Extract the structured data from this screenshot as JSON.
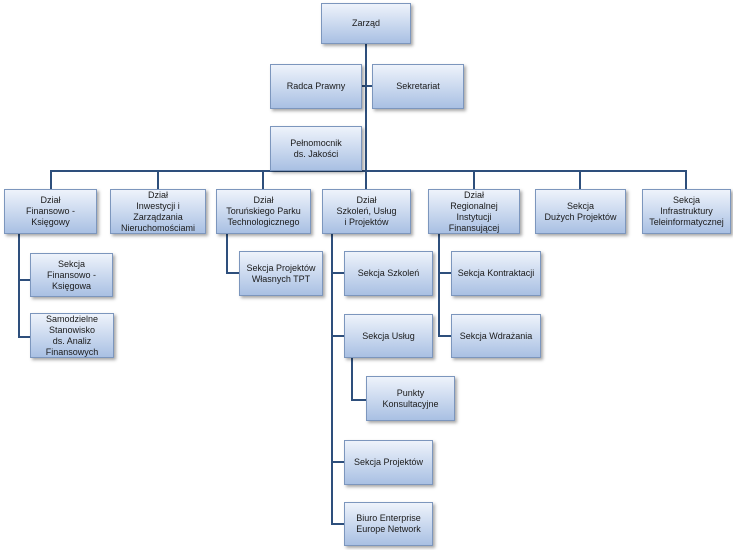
{
  "org": {
    "zarzad": "Zarząd",
    "radca": "Radca Prawny",
    "sekretariat": "Sekretariat",
    "pelnomocnik": "Pełnomocnik\nds. Jakości",
    "dzial_fin": "Dział\nFinansowo - Księgowy",
    "dzial_inw": "Dział\nInwestycji i Zarządzania\nNieruchomościami",
    "dzial_tpt": "Dział\nToruńskiego Parku\nTechnologicznego",
    "dzial_szk": "Dział\nSzkoleń, Usług\ni Projektów",
    "dzial_rif": "Dział\nRegionalnej Instytucji\nFinansującej",
    "sekcja_dp": "Sekcja\nDużych Projektów",
    "sekcja_it": "Sekcja\nInfrastruktury\nTeleinformatycznej",
    "sekcja_fk": "Sekcja\nFinansowo - Księgowa",
    "samodzielne": "Samodzielne\nStanowisko\nds. Analiz Finansowych",
    "sekcja_pw": "Sekcja Projektów\nWłasnych  TPT",
    "sekcja_szkolen": "Sekcja Szkoleń",
    "sekcja_uslug": "Sekcja Usług",
    "punkty": "Punkty Konsultacyjne",
    "sekcja_projektow": "Sekcja Projektów",
    "biuro": "Biuro Enterprise\nEurope Network",
    "sekcja_kontr": "Sekcja Kontraktacji",
    "sekcja_wdr": "Sekcja Wdrażania"
  }
}
